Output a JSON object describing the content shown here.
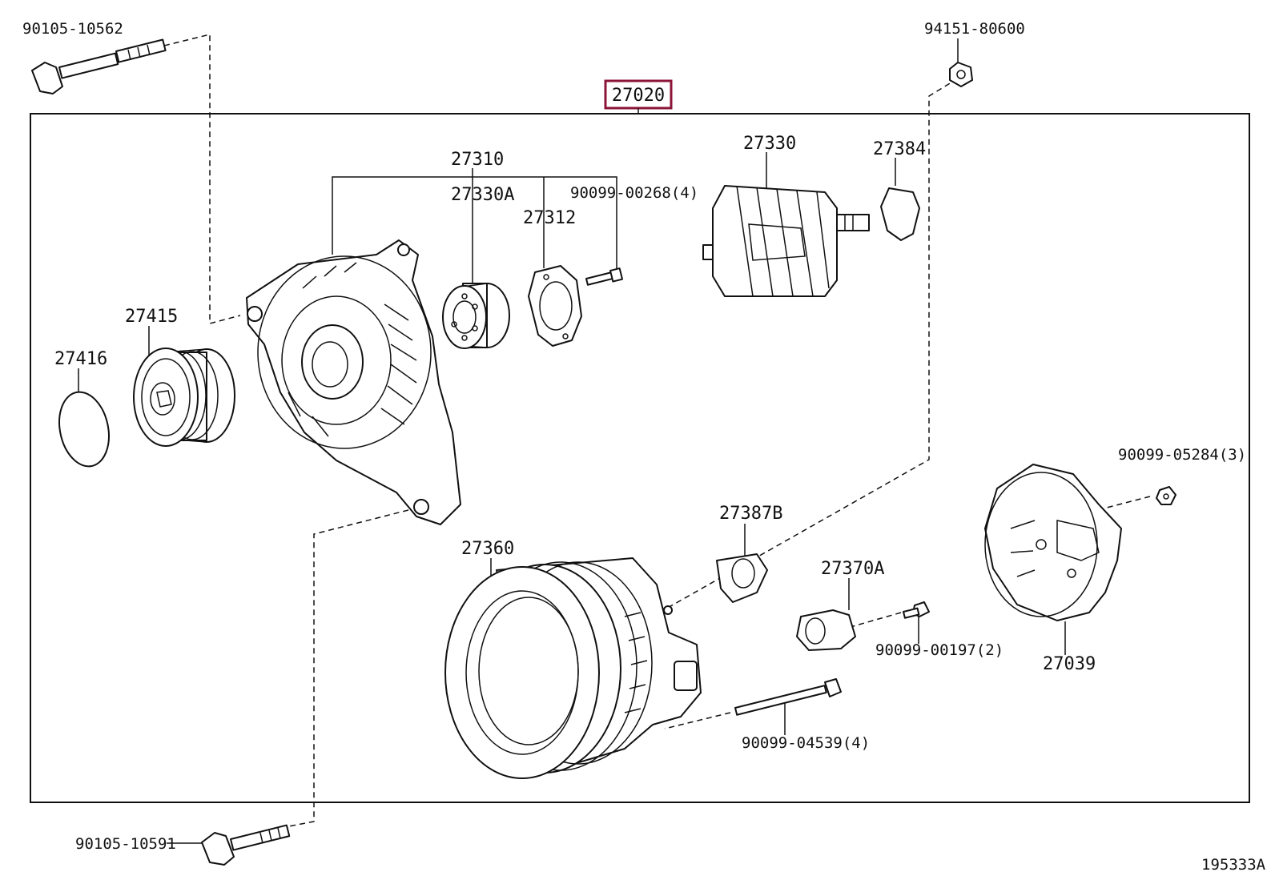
{
  "diagram_id": "195333A",
  "assembly": {
    "part_number": "27020",
    "highlight_color": "#8b1538"
  },
  "parts": {
    "bolt_top_left": "90105-10562",
    "nut_top_right": "94151-80600",
    "pulley_cap": "27416",
    "pulley": "27415",
    "frame_assembly": "27310",
    "bearing": "27330A",
    "retainer_plate": "27312",
    "retainer_screw": "90099-00268(4)",
    "rotor": "27330",
    "bearing_cover": "27384",
    "stator_housing": "27360",
    "insulator": "27387B",
    "terminal": "27370A",
    "terminal_screw": "90099-00197(2)",
    "through_bolt": "90099-04539(4)",
    "rear_cover": "27039",
    "cover_nut": "90099-05284(3)",
    "bolt_bottom_left": "90105-10591"
  }
}
